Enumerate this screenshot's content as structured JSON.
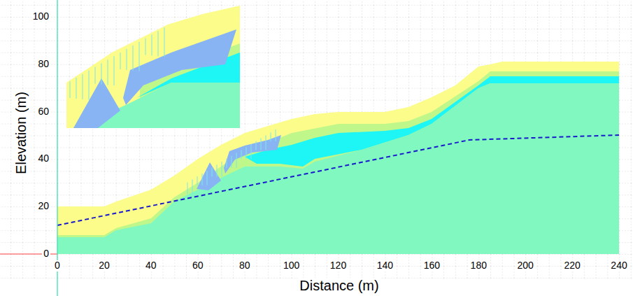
{
  "diagram": {
    "labels": [
      "100",
      "80",
      "60",
      "40",
      "20",
      "0",
      "0",
      "20",
      "40",
      "60",
      "80",
      "100",
      "120",
      "140",
      "160",
      "180",
      "200",
      "220",
      "240",
      "Elevation (m)",
      "Distance (m)"
    ]
  }
}
